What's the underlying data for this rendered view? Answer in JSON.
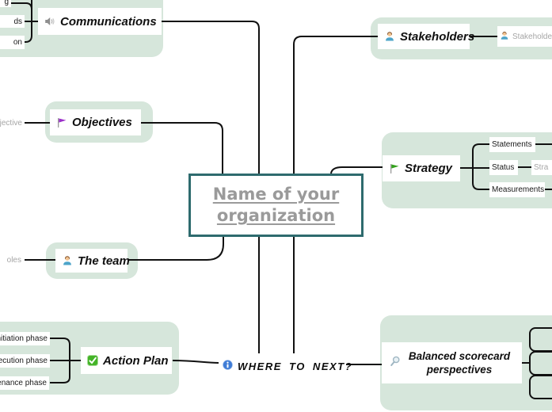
{
  "center_topic": {
    "label": "Name of your organization"
  },
  "topics": {
    "communications": {
      "label": "Communications",
      "icon": "speaker-icon",
      "children": [
        {
          "label": "g"
        },
        {
          "label": "ds"
        },
        {
          "label": "on"
        }
      ]
    },
    "stakeholders": {
      "label": "Stakeholders",
      "icon": "person-icon",
      "children": [
        {
          "label": "Stakeholder",
          "icon": "person-icon"
        }
      ]
    },
    "objectives": {
      "label": "Objectives",
      "icon": "flag-purple-icon",
      "children": [
        {
          "label": "jective"
        }
      ]
    },
    "strategy": {
      "label": "Strategy",
      "icon": "flag-green-icon",
      "children": [
        {
          "label": "Statements"
        },
        {
          "label": "Status"
        },
        {
          "label": "Measurements"
        }
      ],
      "status_children": [
        {
          "label": "Stra"
        }
      ]
    },
    "the_team": {
      "label": "The team",
      "icon": "person-icon",
      "children": [
        {
          "label": "oles"
        }
      ]
    },
    "action_plan": {
      "label": "Action Plan",
      "icon": "check-icon",
      "children": [
        {
          "label": "Initiation phase"
        },
        {
          "label": "xecution phase"
        },
        {
          "label": "tenance phase"
        }
      ]
    },
    "where_to_next": {
      "label": "WHERE TO NEXT?",
      "icon": "info-icon"
    },
    "balanced_scorecard": {
      "label": "Balanced scorecard perspectives",
      "icon": "magnifier-icon"
    }
  },
  "colors": {
    "background": "#ffffff",
    "group_fill": "#d6e6db",
    "connector": "#111111",
    "center_border": "#2e6b6e",
    "center_text": "#9a9a9a",
    "topic_text": "#101010",
    "placeholder_text": "#a6a6a6",
    "info_blue": "#3f7cd6",
    "check_green": "#44b428",
    "flag_purple": "#9b30c9",
    "flag_green": "#33a11c"
  }
}
